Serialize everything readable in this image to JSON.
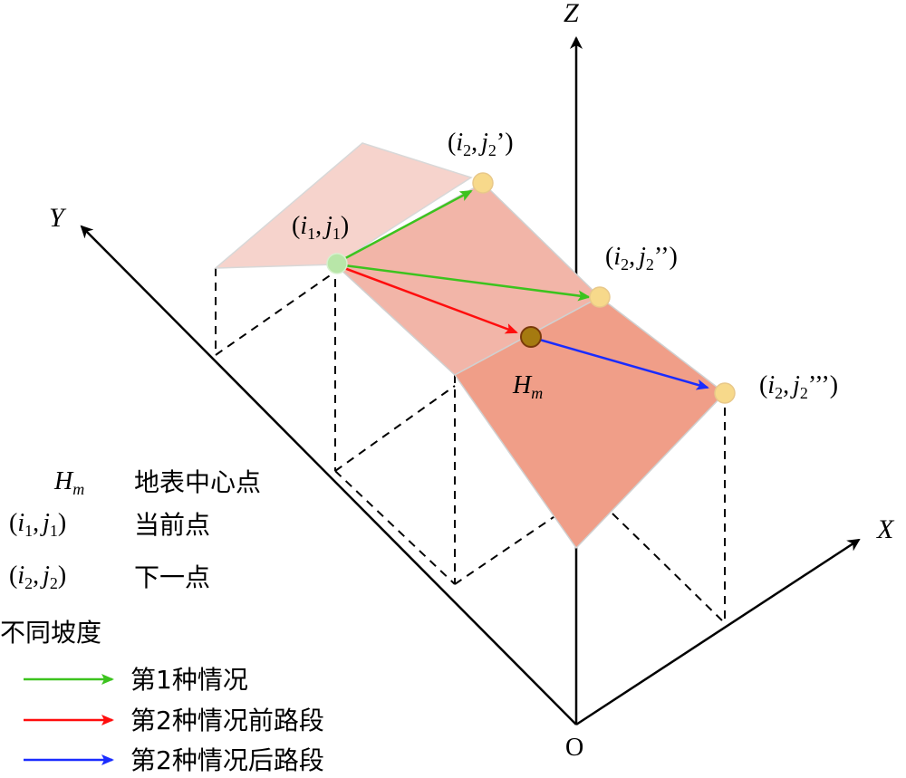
{
  "axes": {
    "z": "Z",
    "y": "Y",
    "x": "X",
    "origin": "O"
  },
  "points": {
    "current": {
      "i": "i",
      "i_sub": "1",
      "j": "j",
      "j_sub": "1",
      "primes": "",
      "color": "#b8e6a8"
    },
    "next1": {
      "i": "i",
      "i_sub": "2",
      "j": "j",
      "j_sub": "2",
      "primes": "’",
      "color": "#f7d98b"
    },
    "next2": {
      "i": "i",
      "i_sub": "2",
      "j": "j",
      "j_sub": "2",
      "primes": "’’",
      "color": "#f7d98b"
    },
    "next3": {
      "i": "i",
      "i_sub": "2",
      "j": "j",
      "j_sub": "2",
      "primes": "’’’",
      "color": "#f7d98b"
    },
    "center": {
      "main": "H",
      "sub": "m",
      "color": "#a57a10"
    }
  },
  "legend": {
    "center_symbol": {
      "main": "H",
      "sub": "m"
    },
    "center_text": "地表中心点",
    "current_symbol": {
      "i": "i",
      "i_sub": "1",
      "j": "j",
      "j_sub": "1"
    },
    "current_text": "当前点",
    "next_symbol": {
      "i": "i",
      "i_sub": "2",
      "j": "j",
      "j_sub": "2"
    },
    "next_text": "下一点",
    "slope_heading": "不同坡度",
    "arrows": [
      {
        "label": "第1种情况",
        "color": "#3cc31e"
      },
      {
        "label": "第2种情况前路段",
        "color": "#ff0d0d"
      },
      {
        "label": "第2种情况后路段",
        "color": "#1a2cff"
      }
    ]
  },
  "colors": {
    "surface_light": "#f6d3cc",
    "surface_mid": "#f2b5a8",
    "surface_dark": "#f09e88"
  }
}
